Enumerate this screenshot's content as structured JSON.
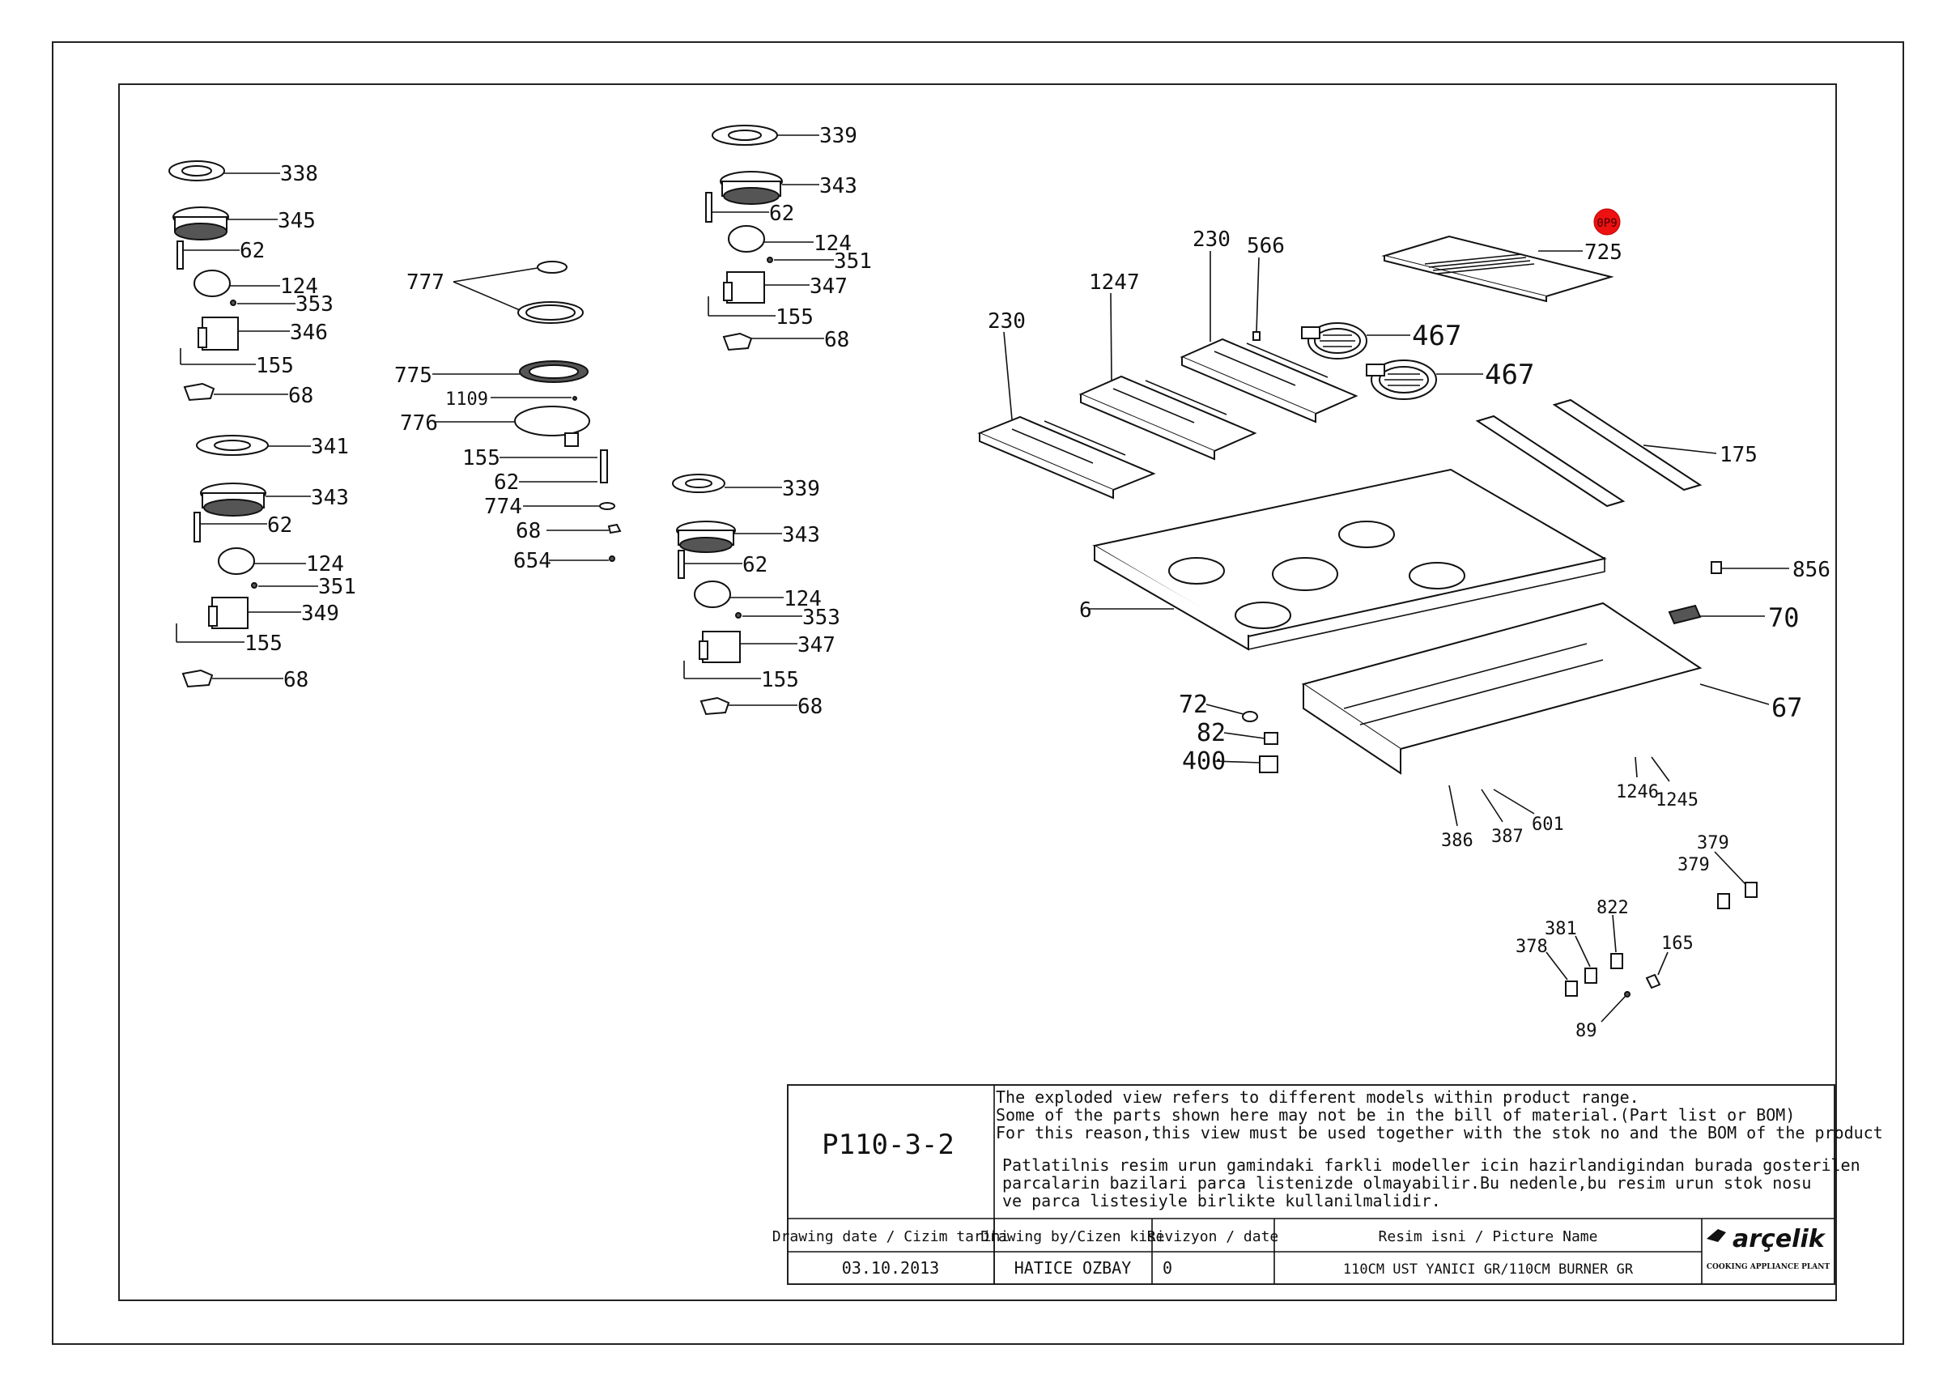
{
  "sheet_code": "P110-3-2",
  "notes": {
    "en": [
      "The exploded view refers to different models within product range.",
      "Some of the parts shown here may not be in the bill of material.(Part list or BOM)",
      "For this reason,this view must be used together with the stok no and the BOM of the product"
    ],
    "tr": [
      "Patlatilnis resim urun gamindaki farkli modeller icin hazirlandigindan burada gosterilen",
      "parcalarin bazilari parca listenizde olmayabilir.Bu nedenle,bu resim urun stok nosu",
      "ve parca listesiyle birlikte kullanilmalidir."
    ]
  },
  "title_block": {
    "date_label": "Drawing date / Cizim tarihi",
    "date_value": "03.10.2013",
    "drawn_label": "Drawing by/Cizen kisi",
    "drawn_value": "HATICE OZBAY",
    "rev_label": "Revizyon / date",
    "rev_value": "0",
    "picname_label": "Resim isni / Picture Name",
    "picname_value": "110CM UST YANICI GR/110CM BURNER GR",
    "brand": "arçelik",
    "brand_sub": "COOKING APPLIANCE PLANT"
  },
  "callouts": {
    "c338": "338",
    "c345": "345",
    "c62a": "62",
    "c124a": "124",
    "c353a": "353",
    "c346": "346",
    "c155a": "155",
    "c68a": "68",
    "c341": "341",
    "c343a": "343",
    "c62b": "62",
    "c124b": "124",
    "c351a": "351",
    "c349": "349",
    "c155b": "155",
    "c68b": "68",
    "c777": "777",
    "c775": "775",
    "c1109": "1109",
    "c776": "776",
    "c155c": "155",
    "c62c": "62",
    "c774": "774",
    "c68c": "68",
    "c654": "654",
    "c339a": "339",
    "c343b": "343",
    "c62d": "62",
    "c124c": "124",
    "c351b": "351",
    "c347a": "347",
    "c155d": "155",
    "c68d": "68",
    "c339b": "339",
    "c343c": "343",
    "c62e": "62",
    "c124d": "124",
    "c353b": "353",
    "c347b": "347",
    "c155e": "155",
    "c68e": "68",
    "c230a": "230",
    "c566": "566",
    "c1247": "1247",
    "c230b": "230",
    "c467a": "467",
    "c467b": "467",
    "c725": "725",
    "c175": "175",
    "c856": "856",
    "c70": "70",
    "c6": "6",
    "c67": "67",
    "c72": "72",
    "c82": "82",
    "c400": "400",
    "c386": "386",
    "c387": "387",
    "c601": "601",
    "c1246": "1246",
    "c1245": "1245",
    "c379a": "379",
    "c379b": "379",
    "c822": "822",
    "c381": "381",
    "c378": "378",
    "c165": "165",
    "c89": "89",
    "c0p9": "0P9"
  }
}
